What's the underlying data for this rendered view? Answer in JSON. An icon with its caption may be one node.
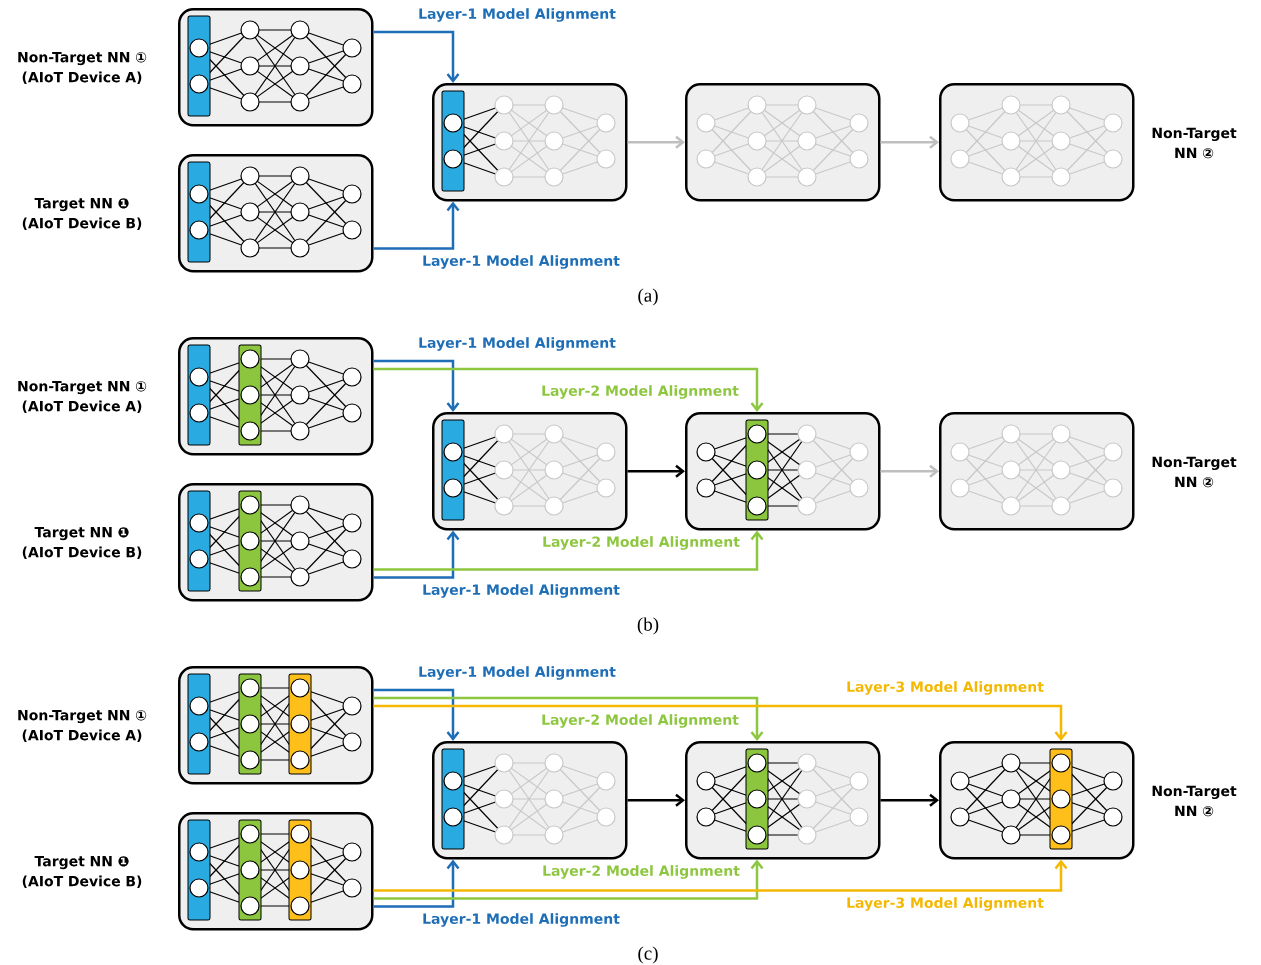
{
  "diagram": {
    "nodes": [
      {
        "text": [],
        "shape": "box",
        "beside": [
          "Non-Target NN ① (AIoT Device A)"
        ]
      },
      {
        "text": [],
        "shape": "box",
        "beside": [
          "Target NN ❶ (AIoT Device B)"
        ]
      },
      {
        "text": [],
        "shape": "box"
      },
      {
        "text": [],
        "shape": "box"
      },
      {
        "text": [],
        "shape": "box",
        "beside": [
          "Non-Target NN ②"
        ]
      },
      {
        "text": [],
        "shape": "box",
        "beside": [
          "Non-Target NN ① (AIoT Device A)"
        ]
      },
      {
        "text": [],
        "shape": "box",
        "beside": [
          "Target NN ❶ (AIoT Device B)"
        ]
      },
      {
        "text": [],
        "shape": "box"
      },
      {
        "text": [],
        "shape": "box"
      },
      {
        "text": [],
        "shape": "box",
        "beside": [
          "Non-Target NN ②"
        ]
      },
      {
        "text": [],
        "shape": "box",
        "beside": [
          "Non-Target NN ① (AIoT Device A)"
        ]
      },
      {
        "text": [],
        "shape": "box",
        "beside": [
          "Target NN ❶ (AIoT Device B)"
        ]
      },
      {
        "text": [],
        "shape": "box"
      },
      {
        "text": [],
        "shape": "box"
      },
      {
        "text": [],
        "shape": "box",
        "beside": [
          "Non-Target NN ②"
        ]
      }
    ],
    "edges": [
      {
        "from": 0,
        "to": 2,
        "arrow": "to",
        "label": "Layer-1 Model Alignment",
        "color": "#1e6eb7"
      },
      {
        "from": 1,
        "to": 2,
        "arrow": "to",
        "label": "Layer-1 Model Alignment",
        "color": "#1e6eb7"
      },
      {
        "from": 2,
        "to": 3,
        "arrow": "to",
        "color": "#bfbfbf"
      },
      {
        "from": 3,
        "to": 4,
        "arrow": "to",
        "color": "#bfbfbf"
      },
      {
        "from": 5,
        "to": 7,
        "arrow": "to",
        "label": "Layer-1 Model Alignment",
        "color": "#1e6eb7"
      },
      {
        "from": 5,
        "to": 8,
        "arrow": "to",
        "label": "Layer-2 Model Alignment",
        "color": "#8dc63f"
      },
      {
        "from": 6,
        "to": 7,
        "arrow": "to",
        "label": "Layer-1 Model Alignment",
        "color": "#1e6eb7"
      },
      {
        "from": 6,
        "to": 8,
        "arrow": "to",
        "label": "Layer-2 Model Alignment",
        "color": "#8dc63f"
      },
      {
        "from": 7,
        "to": 8,
        "arrow": "to",
        "color": "#000000"
      },
      {
        "from": 8,
        "to": 9,
        "arrow": "to",
        "color": "#bfbfbf"
      },
      {
        "from": 10,
        "to": 12,
        "arrow": "to",
        "label": "Layer-1 Model Alignment",
        "color": "#1e6eb7"
      },
      {
        "from": 10,
        "to": 13,
        "arrow": "to",
        "label": "Layer-2 Model Alignment",
        "color": "#8dc63f"
      },
      {
        "from": 10,
        "to": 14,
        "arrow": "to",
        "label": "Layer-3 Model Alignment",
        "color": "#f5b800"
      },
      {
        "from": 11,
        "to": 12,
        "arrow": "to",
        "label": "Layer-1 Model Alignment",
        "color": "#1e6eb7"
      },
      {
        "from": 11,
        "to": 13,
        "arrow": "to",
        "label": "Layer-2 Model Alignment",
        "color": "#8dc63f"
      },
      {
        "from": 11,
        "to": 14,
        "arrow": "to",
        "label": "Layer-3 Model Alignment",
        "color": "#f5b800"
      },
      {
        "from": 12,
        "to": 13,
        "arrow": "to",
        "color": "#000000"
      },
      {
        "from": 13,
        "to": 14,
        "arrow": "to",
        "color": "#000000"
      }
    ],
    "labels": [
      "(a)",
      "(b)",
      "(c)"
    ]
  }
}
